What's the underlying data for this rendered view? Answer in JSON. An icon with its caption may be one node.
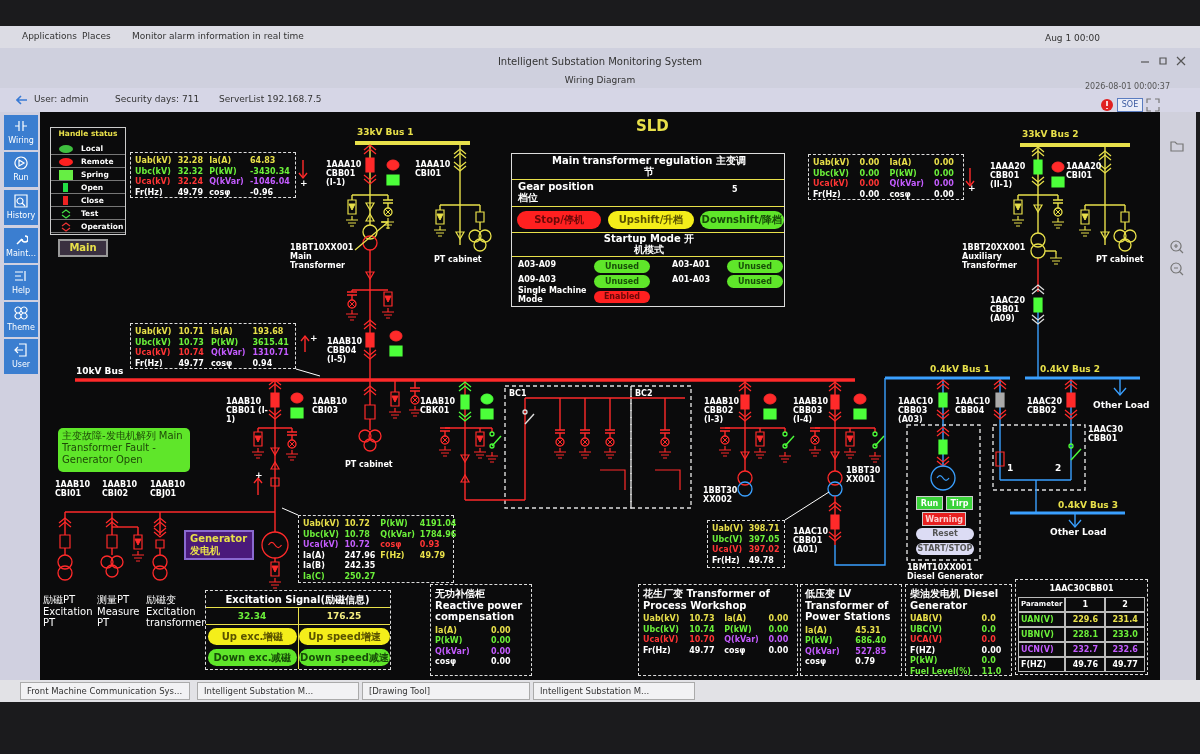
{
  "diagram": {
    "title": "Intelligent Substation Monitoring System",
    "nodes": [
      {
        "text": [
          "Handle status"
        ]
      },
      {
        "text": [
          "Main"
        ]
      },
      {
        "text": [
          "Uab(kV)",
          "32.28",
          "Ia(A)",
          "64.83",
          "Ubc(kV)",
          "32.32",
          "P(kW)",
          "-3430.34",
          "Uca(kV)",
          "32.24",
          "Q(kVar)",
          "-1046.04",
          "Fr(Hz)",
          "49.79",
          "cosφ",
          "-0.96"
        ]
      },
      {
        "text": [
          "Uab(kV)",
          "10.71",
          "Ia(A)",
          "193.68",
          "Ubc(kV)",
          "10.73",
          "P(kW)",
          "3615.41",
          "Uca(kV)",
          "10.74",
          "Q(kVar)",
          "1310.71",
          "Fr(Hz)",
          "49.77",
          "cosφ",
          "0.94"
        ]
      },
      {
        "text": [
          "Main transformer regulation 主变调节",
          "Gear position 档位",
          "5",
          "Startup Mode 开机模式",
          "A03-A09",
          "A09-A03",
          "Single Machine Mode",
          "A03-A01",
          "A01-A03"
        ]
      },
      {
        "text": [
          "Stop/停机"
        ],
        "in": 4
      },
      {
        "text": [
          "Upshift/升档"
        ],
        "in": 4
      },
      {
        "text": [
          "Downshift/降档"
        ],
        "in": 4
      },
      {
        "text": [
          "Unused"
        ],
        "in": 4
      },
      {
        "text": [
          "Unused"
        ],
        "in": 4
      },
      {
        "text": [
          "Unused"
        ],
        "in": 4
      },
      {
        "text": [
          "Unused"
        ],
        "in": 4
      },
      {
        "text": [
          "Enabled"
        ],
        "in": 4
      },
      {
        "text": [
          "Uab(kV)",
          "0.00",
          "Ia(A)",
          "0.00",
          "Ubc(kV)",
          "0.00",
          "P(kW)",
          "0.00",
          "Uca(kV)",
          "0.00",
          "Q(kVar)",
          "0.00",
          "Fr(Hz)",
          "0.00",
          "cosφ",
          "0.00"
        ]
      },
      {
        "text": [
          "主变故障-发电机解列 Main Transformer Fault -Generator Open"
        ]
      },
      {
        "text": [
          "Generator 发电机"
        ]
      },
      {
        "text": [
          "Uab(kV)",
          "10.72",
          "P(kW)",
          "4191.04",
          "Ubc(kV)",
          "10.78",
          "Q(kVar)",
          "1784.96",
          "Uca(kV)",
          "10.72",
          "cosφ",
          "0.93",
          "Ia(A)",
          "247.96",
          "F(Hz)",
          "49.79",
          "Ia(B)",
          "242.35",
          "Ia(C)",
          "250.27"
        ]
      },
      {
        "text": [
          "Uab(V)",
          "398.71",
          "Ubc(V)",
          "397.05",
          "Uca(V)",
          "397.02",
          "Fr(Hz)",
          "49.78"
        ]
      },
      {
        "text": [
          "Run"
        ]
      },
      {
        "text": [
          "Tirp"
        ]
      },
      {
        "text": [
          "Warning"
        ]
      },
      {
        "text": [
          "Reset"
        ]
      },
      {
        "text": [
          "START/STOP"
        ]
      },
      {
        "text": [
          "Excitation Signal(励磁信息)",
          "32.34",
          "176.25"
        ]
      },
      {
        "text": [
          "Up exc.增磁"
        ],
        "in": 23
      },
      {
        "text": [
          "Up speed增速"
        ],
        "in": 23
      },
      {
        "text": [
          "Down exc.减磁"
        ],
        "in": 23
      },
      {
        "text": [
          "Down speed减速"
        ],
        "in": 23
      },
      {
        "text": [
          "无功补偿柜 Reactive power compensation",
          "Ia(A)",
          "0.00",
          "P(kW)",
          "0.00",
          "Q(kVar)",
          "0.00",
          "cosφ",
          "0.00"
        ]
      },
      {
        "text": [
          "花生厂变 Transformer of Process Workshop",
          "Uab(kV)",
          "10.73",
          "Ia(A)",
          "0.00",
          "Ubc(kV)",
          "10.74",
          "P(kW)",
          "0.00",
          "Uca(kV)",
          "10.70",
          "Q(kVar)",
          "0.00",
          "Fr(Hz)",
          "49.77",
          "cosφ",
          "0.00"
        ]
      },
      {
        "text": [
          "低压变 LV Transformer of Power Stations",
          "Ia(A)",
          "45.31",
          "P(kW)",
          "686.40",
          "Q(kVar)",
          "527.85",
          "cosφ",
          "0.79"
        ]
      },
      {
        "text": [
          "柴油发电机 Diesel Generator",
          "UAB(V)",
          "0.0",
          "UBC(V)",
          "0.0",
          "UCA(V)",
          "0.0",
          "F(HZ)",
          "0.00",
          "P(kW)",
          "0.0",
          "Fuel Level(%)",
          "11.0"
        ]
      },
      {
        "text": [
          "1AAC30CBB01",
          "Parameter",
          "1",
          "2",
          "UAN(V)",
          "229.6",
          "231.4",
          "UBN(V)",
          "228.1",
          "233.0",
          "UCN(V)",
          "232.7",
          "232.6",
          "F(HZ)",
          "49.76",
          "49.77"
        ]
      }
    ],
    "edges": [
      {
        "from": 3,
        "to": null,
        "arrow": "none"
      },
      {
        "from": 16,
        "to": null,
        "arrow": "none"
      },
      {
        "from": 17,
        "to": null,
        "arrow": "none"
      }
    ],
    "labels": [
      "Applications",
      "Places",
      "Monitor alarm information in real time",
      "Aug 1 00:00",
      "Wiring Diagram",
      "2026-08-01 00:00:37",
      "User: admin",
      "Security days: 711",
      "ServerList 192.168.7.5",
      "SOE",
      "Wiring",
      "Run",
      "History",
      "Maint...",
      "Help",
      "Theme",
      "User",
      "SLD",
      "33kV Bus 1",
      "1AAA10 CBB01 (I-1)",
      "1AAA10 CBI01",
      "1BBT10XX001 Main Transformer",
      "PT cabinet",
      "1AAB10 CBB04 (I-5)",
      "33kV Bus 2",
      "1AAA20 CBB01 (II-1)",
      "1AAA20 CBI01",
      "1BBT20XX001 Auxiliary Transformer",
      "PT cabinet",
      "1AAC20 CBB01 (A09)",
      "10kV Bus",
      "0.4kV Bus 1",
      "0.4kV Bus 2",
      "1AAB10 CBB01 (I-1)",
      "1AAB10 CBI03",
      "1AAB10 CBK01",
      "1AAB10 CBB02 (I-3)",
      "1AAB10 CBB03 (I-4)",
      "1AAC10 CBB03 (A03)",
      "1AAC10 CBB04",
      "1AAC20 CBB02",
      "Other Load",
      "1AAC30 CBB01",
      "PT cabinet",
      "1AAB10 CBI01",
      "1AAB10 CBI02",
      "1AAB10 CBJ01",
      "1BBT30 XX002",
      "1BBT30 XX001",
      "1AAC10 CBB01 (A01)",
      "0.4kV Bus 3",
      "Other Load",
      "励磁PT Excitation PT",
      "测量PT Measure PT",
      "励磁变 Excitation transformer",
      "+",
      "+",
      "+",
      "+",
      "Front Machine Communication Sys...",
      "Intelligent Substation M...",
      "[Drawing Tool]",
      "Intelligent Substation M...",
      "BC1",
      "BC2",
      "1",
      "2",
      "1BMT10XX001 Diesel Generator"
    ],
    "legend": [
      {
        "text": "Local",
        "color": "#3fbf3f"
      },
      {
        "text": "Remote",
        "color": "#ff2020"
      },
      {
        "text": "Spring",
        "color": "#66ee44"
      },
      {
        "text": "Open",
        "color": "#22dd44"
      },
      {
        "text": "Close",
        "color": "#ee2222"
      },
      {
        "text": "Test"
      },
      {
        "text": "Operation"
      }
    ]
  }
}
